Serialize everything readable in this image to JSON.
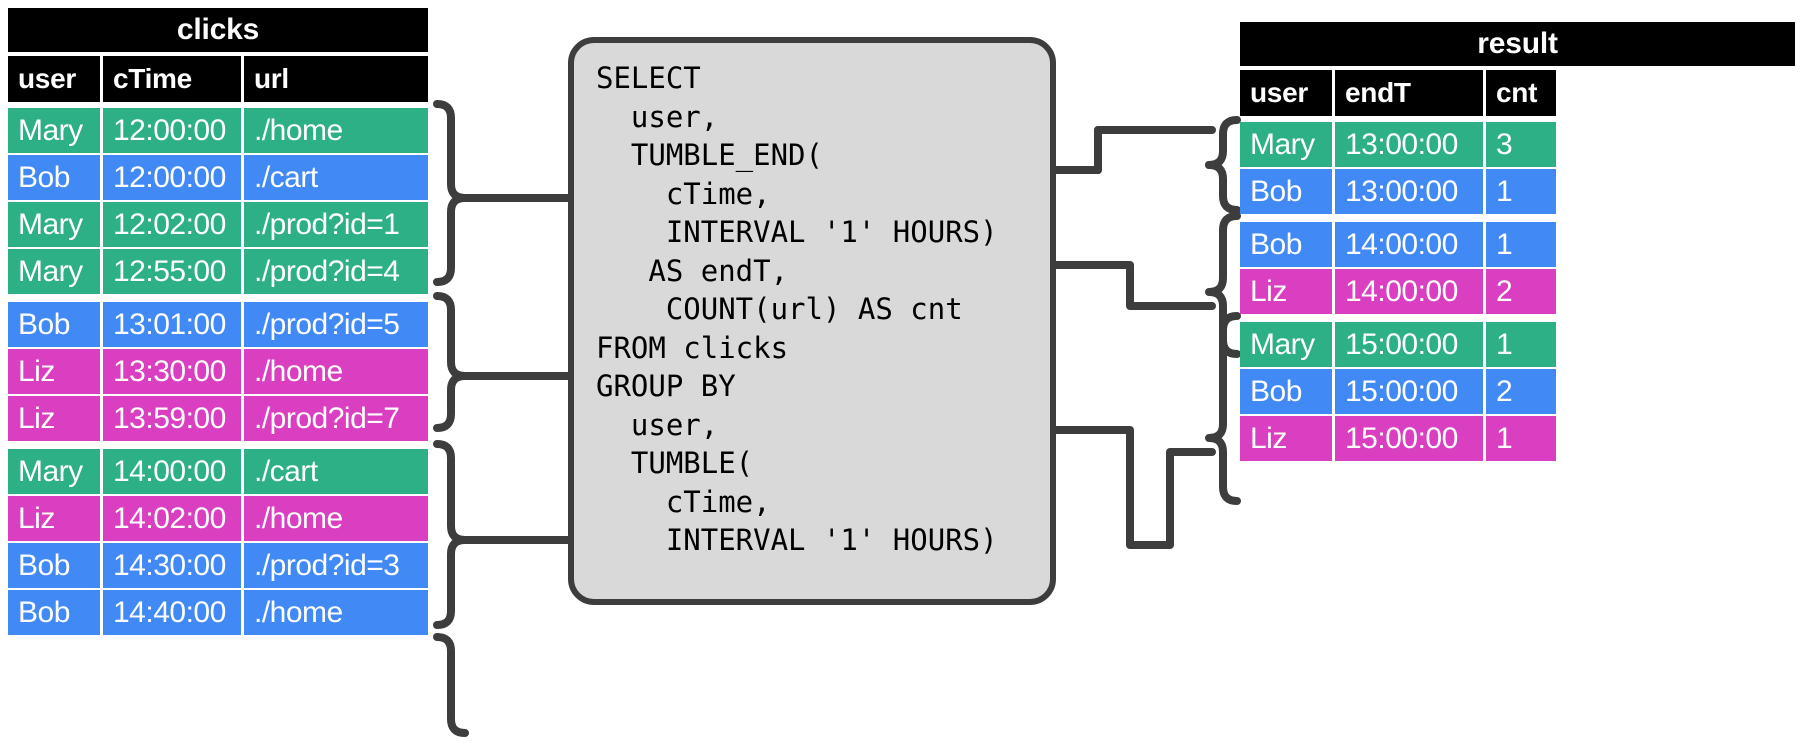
{
  "clicks_table": {
    "title": "clicks",
    "columns": [
      "user",
      "cTime",
      "url"
    ],
    "groups": [
      {
        "rows": [
          {
            "user": "Mary",
            "cTime": "12:00:00",
            "url": "./home",
            "color": "mary"
          },
          {
            "user": "Bob",
            "cTime": "12:00:00",
            "url": "./cart",
            "color": "bob"
          },
          {
            "user": "Mary",
            "cTime": "12:02:00",
            "url": "./prod?id=1",
            "color": "mary"
          },
          {
            "user": "Mary",
            "cTime": "12:55:00",
            "url": "./prod?id=4",
            "color": "mary"
          }
        ]
      },
      {
        "rows": [
          {
            "user": "Bob",
            "cTime": "13:01:00",
            "url": "./prod?id=5",
            "color": "bob"
          },
          {
            "user": "Liz",
            "cTime": "13:30:00",
            "url": "./home",
            "color": "liz"
          },
          {
            "user": "Liz",
            "cTime": "13:59:00",
            "url": "./prod?id=7",
            "color": "liz"
          }
        ]
      },
      {
        "rows": [
          {
            "user": "Mary",
            "cTime": "14:00:00",
            "url": "./cart",
            "color": "mary"
          },
          {
            "user": "Liz",
            "cTime": "14:02:00",
            "url": "./home",
            "color": "liz"
          },
          {
            "user": "Bob",
            "cTime": "14:30:00",
            "url": "./prod?id=3",
            "color": "bob"
          },
          {
            "user": "Bob",
            "cTime": "14:40:00",
            "url": "./home",
            "color": "bob"
          }
        ]
      }
    ]
  },
  "query": {
    "text": "SELECT\n  user,\n  TUMBLE_END(\n    cTime,\n    INTERVAL '1' HOURS)\n   AS endT,\n    COUNT(url) AS cnt\nFROM clicks\nGROUP BY\n  user,\n  TUMBLE(\n    cTime,\n    INTERVAL '1' HOURS)"
  },
  "result_table": {
    "title": "result",
    "columns": [
      "user",
      "endT",
      "cnt"
    ],
    "groups": [
      {
        "rows": [
          {
            "user": "Mary",
            "endT": "13:00:00",
            "cnt": "3",
            "color": "mary"
          },
          {
            "user": "Bob",
            "endT": "13:00:00",
            "cnt": "1",
            "color": "bob"
          }
        ]
      },
      {
        "rows": [
          {
            "user": "Bob",
            "endT": "14:00:00",
            "cnt": "1",
            "color": "bob"
          },
          {
            "user": "Liz",
            "endT": "14:00:00",
            "cnt": "2",
            "color": "liz"
          }
        ]
      },
      {
        "rows": [
          {
            "user": "Mary",
            "endT": "15:00:00",
            "cnt": "1",
            "color": "mary"
          },
          {
            "user": "Bob",
            "endT": "15:00:00",
            "cnt": "2",
            "color": "bob"
          },
          {
            "user": "Liz",
            "endT": "15:00:00",
            "cnt": "1",
            "color": "liz"
          }
        ]
      }
    ]
  },
  "colors": {
    "mary": "#2eb086",
    "bob": "#4189f5",
    "liz": "#d93fc0",
    "header": "#000000",
    "box_fill": "#d9d9d9",
    "box_stroke": "#3d3d3d",
    "background": "#ffffff"
  }
}
